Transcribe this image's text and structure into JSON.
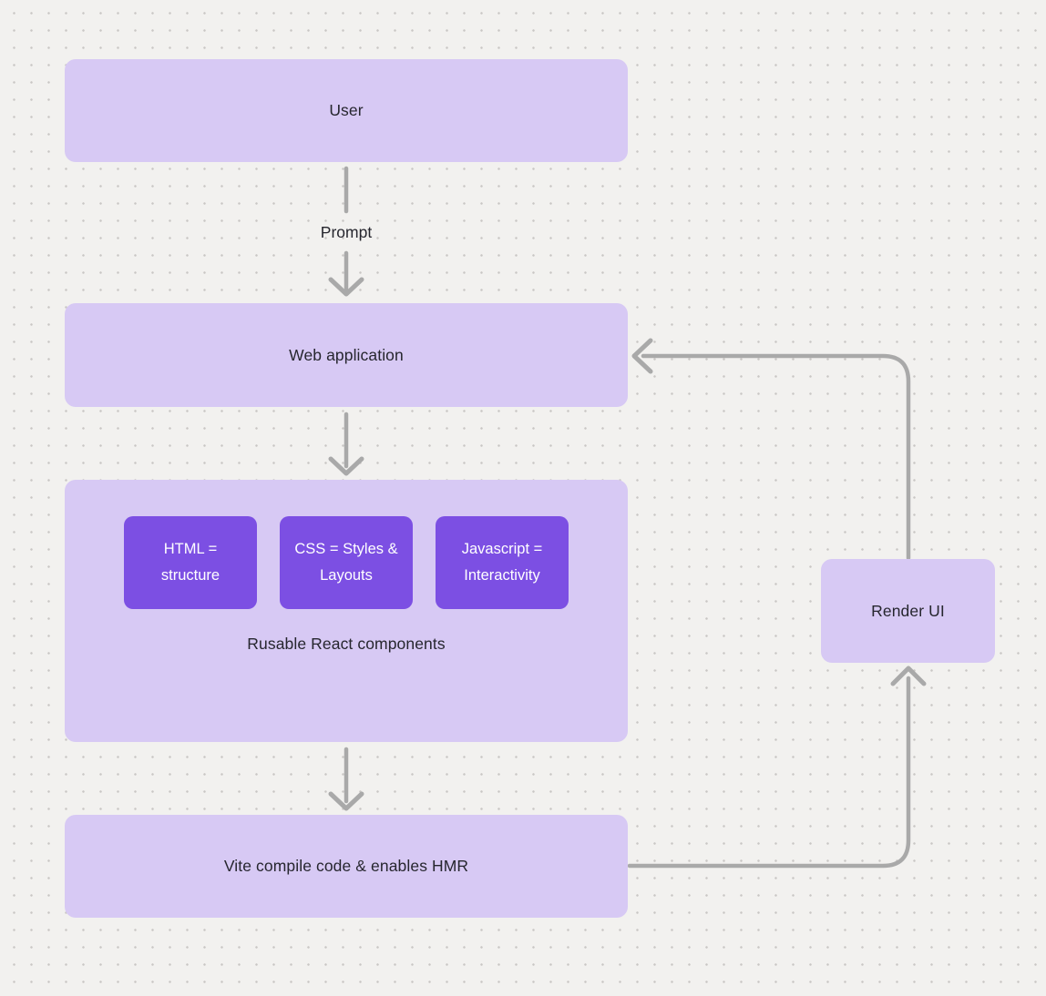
{
  "canvas": {
    "background_color": "#f2f1ef",
    "dot_color": "#c9c7c5"
  },
  "colors": {
    "node_fill": "#d7c9f4",
    "accent_fill": "#7c4fe3",
    "accent_text": "#ffffff",
    "arrow": "#a9a9a9",
    "label_text": "#26262e"
  },
  "nodes": {
    "user": {
      "label": "User"
    },
    "web_application": {
      "label": "Web application"
    },
    "components": {
      "label": "Rusable React components",
      "children": [
        {
          "label": "HTML = structure"
        },
        {
          "label": "CSS = Styles & Layouts"
        },
        {
          "label": "Javascript = Interactivity"
        }
      ]
    },
    "vite": {
      "label": "Vite compile code & enables HMR"
    },
    "render_ui": {
      "label": "Render UI"
    }
  },
  "edges": {
    "prompt_label": "Prompt"
  }
}
